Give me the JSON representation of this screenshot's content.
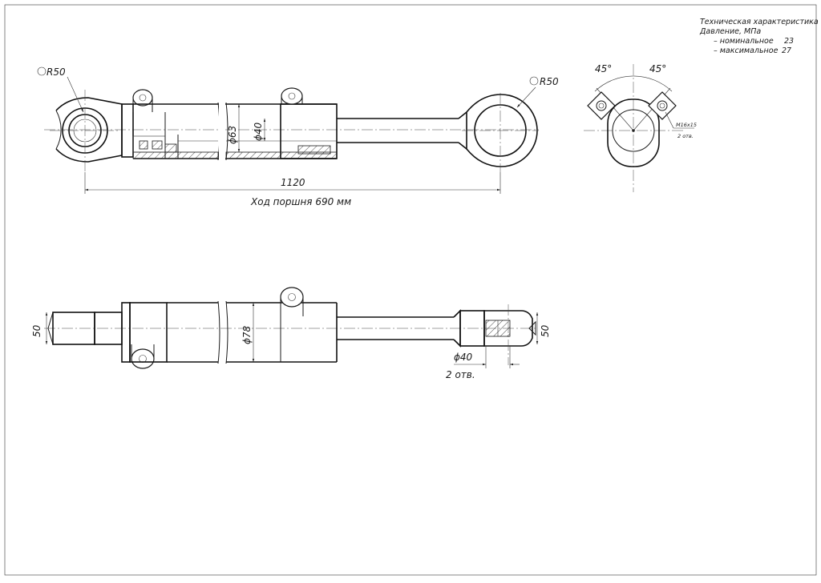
{
  "tech_spec": {
    "title": "Техническая характеристика",
    "pressure_label": "Давление, МПа",
    "nominal_label": "– номинальное",
    "nominal_value": "23",
    "max_label": "– максимальное",
    "max_value": "27"
  },
  "dimensions": {
    "radius_left": "R50",
    "radius_right": "R50",
    "bore_d": "ϕ63",
    "rod_d": "ϕ40",
    "length": "1120",
    "stroke_note": "Ход поршня 690 мм",
    "angle_left": "45°",
    "angle_right": "45°",
    "thread": "M16x15",
    "thread_count": "2 отв.",
    "outer_d": "ϕ78",
    "width_left": "50",
    "width_right": "50",
    "hole_d": "ϕ40",
    "hole_count": "2 отв."
  }
}
